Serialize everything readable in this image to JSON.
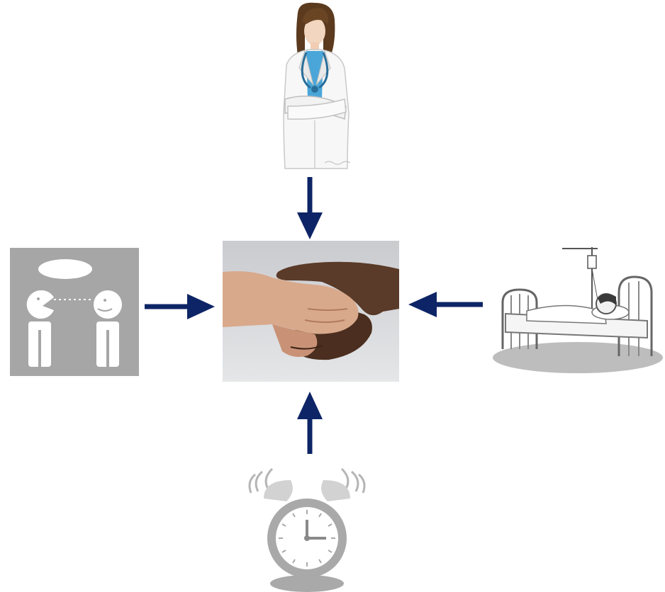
{
  "diagram": {
    "center": {
      "icon": "handshake-icon"
    },
    "inputs": [
      {
        "icon": "doctor-icon",
        "direction": "down"
      },
      {
        "icon": "conversation-icon",
        "direction": "right"
      },
      {
        "icon": "patient-in-bed-icon",
        "direction": "left"
      },
      {
        "icon": "alarm-clock-icon",
        "direction": "up"
      }
    ],
    "colors": {
      "arrow": "#0d2566",
      "icon_gray": "#a9a9a9",
      "panel_gray": "#a6a6a6"
    }
  }
}
